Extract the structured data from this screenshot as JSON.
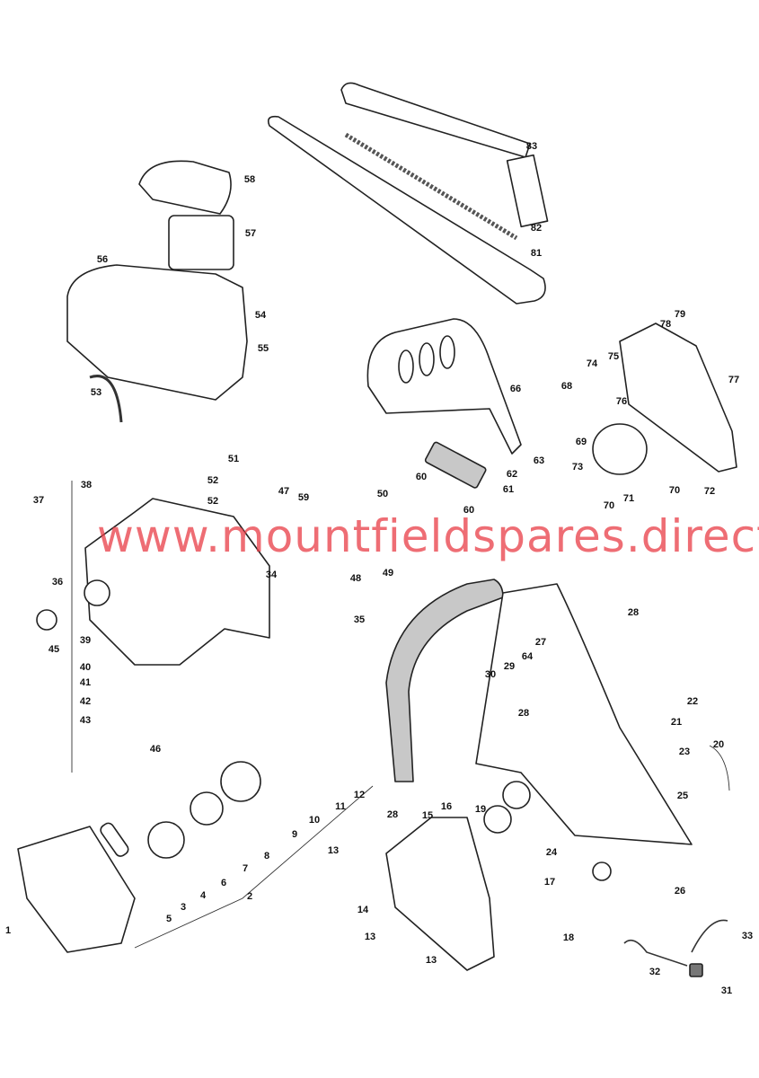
{
  "diagram": {
    "watermark": "www.mountfieldspares.direct",
    "callouts": [
      "83",
      "58",
      "57",
      "82",
      "81",
      "56",
      "54",
      "79",
      "78",
      "55",
      "74",
      "75",
      "77",
      "66",
      "68",
      "53",
      "76",
      "69",
      "51",
      "63",
      "62",
      "73",
      "72",
      "70",
      "71",
      "60",
      "61",
      "38",
      "52",
      "52",
      "47",
      "59",
      "50",
      "37",
      "60",
      "70",
      "49",
      "48",
      "34",
      "36",
      "35",
      "45",
      "28",
      "39",
      "27",
      "64",
      "29",
      "30",
      "40",
      "41",
      "22",
      "42",
      "43",
      "21",
      "28",
      "46",
      "20",
      "23",
      "12",
      "11",
      "25",
      "10",
      "28",
      "15",
      "16",
      "19",
      "9",
      "24",
      "13",
      "8",
      "7",
      "2",
      "6",
      "17",
      "4",
      "3",
      "26",
      "5",
      "14",
      "33",
      "1",
      "18",
      "13",
      "32",
      "31",
      "13"
    ]
  }
}
